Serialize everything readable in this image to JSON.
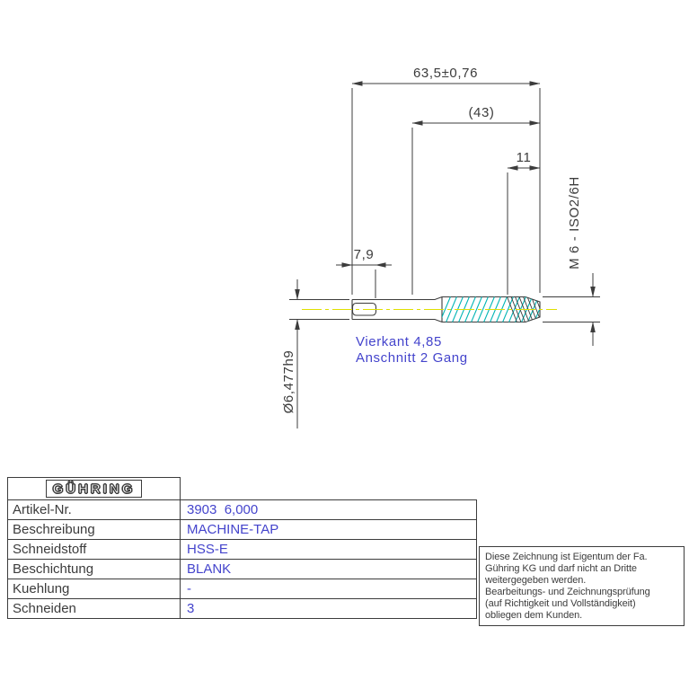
{
  "colors": {
    "line": "#3c3c3c",
    "annotation_blue": "#4444cc",
    "thread_cyan": "#00b4b4",
    "centerline_yellow": "#e0e000"
  },
  "drawing": {
    "dims": {
      "overall_length": "63,5±0,76",
      "flute_length": "(43)",
      "lead_length": "11",
      "square_length": "7,9",
      "thread_spec": "M 6 - ISO2/6H",
      "shank_diameter": "Ø6,477h9"
    },
    "annotations": {
      "vierkant": "Vierkant 4,85",
      "anschnitt": "Anschnitt 2 Gang"
    }
  },
  "title_block": {
    "logo": "GÜHRING",
    "rows": [
      {
        "label": "Artikel-Nr.",
        "value": "3903  6,000"
      },
      {
        "label": "Beschreibung",
        "value": "MACHINE-TAP"
      },
      {
        "label": "Schneidstoff",
        "value": "HSS-E"
      },
      {
        "label": "Beschichtung",
        "value": "BLANK"
      },
      {
        "label": "Kuehlung",
        "value": "-"
      },
      {
        "label": "Schneiden",
        "value": "3"
      }
    ]
  },
  "disclaimer": {
    "lines": [
      "Diese Zeichnung ist Eigentum der Fa.",
      "Gühring KG und darf nicht an Dritte",
      "weitergegeben werden.",
      "Bearbeitungs- und Zeichnungsprüfung",
      "(auf Richtigkeit und Vollständigkeit)",
      "obliegen dem Kunden."
    ]
  }
}
